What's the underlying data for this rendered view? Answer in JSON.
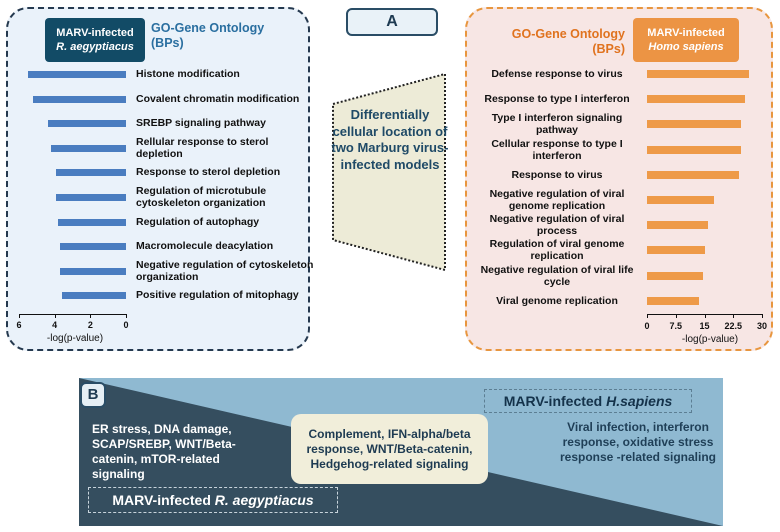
{
  "labels": {
    "a": "A",
    "b": "B"
  },
  "left": {
    "badge_line1": "MARV-infected",
    "badge_line2": "R. aegyptiacus",
    "go_line1": "GO-Gene Ontology",
    "go_line2": "(BPs)",
    "axis_title": "-log(p-value)",
    "ticks": [
      "6",
      "4",
      "2",
      "0"
    ]
  },
  "right": {
    "badge_line1": "MARV-infected",
    "badge_line2": "Homo sapiens",
    "go_line1": "GO-Gene Ontology",
    "go_line2": "(BPs)",
    "axis_title": "-log(p-value)",
    "ticks": [
      "0",
      "7.5",
      "15",
      "22.5",
      "30"
    ]
  },
  "center": {
    "text": "Differentially cellular location of two Marburg virus-infected models"
  },
  "panel_b": {
    "hs_label": "MARV-infected ",
    "hs_species": "H.sapiens",
    "ra_label": "MARV-infected ",
    "ra_species": "R. aegyptiacus",
    "left_text": "ER stress, DNA damage, SCAP/SREBP, WNT/Beta-catenin, mTOR-related signaling",
    "middle_text": "Complement, IFN-alpha/beta response, WNT/Beta-catenin, Hedgehog-related signaling",
    "right_text": "Viral infection, interferon response, oxidative stress response -related signaling"
  },
  "chart_data": [
    {
      "type": "bar",
      "orientation": "horizontal",
      "title": "GO-Gene Ontology (BPs) — MARV-infected R. aegyptiacus",
      "xlabel": "-log(p-value)",
      "xlim": [
        6,
        0
      ],
      "categories": [
        "Histone modification",
        "Covalent chromatin modification",
        "SREBP signaling pathway",
        "Rellular response to sterol depletion",
        "Response to sterol depletion",
        "Regulation of microtubule cytoskeleton organization",
        "Regulation of autophagy",
        "Macromolecule deacylation",
        "Negative regulation of cytoskeleton organization",
        "Positive regulation of mitophagy"
      ],
      "values": [
        5.5,
        5.2,
        4.4,
        4.2,
        3.9,
        3.9,
        3.8,
        3.7,
        3.7,
        3.6
      ]
    },
    {
      "type": "bar",
      "orientation": "horizontal",
      "title": "GO-Gene Ontology (BPs) — MARV-infected Homo sapiens",
      "xlabel": "-log(p-value)",
      "xlim": [
        0,
        30
      ],
      "categories": [
        "Defense response to virus",
        "Response to type I interferon",
        "Type I interferon signaling pathway",
        "Cellular response to type I interferon",
        "Response to virus",
        "Negative regulation of viral genome replication",
        "Negative regulation of viral process",
        "Regulation of viral genome replication",
        "Negative regulation of viral life cycle",
        "Viral genome replication"
      ],
      "values": [
        26.5,
        25.5,
        24.5,
        24.5,
        24.0,
        17.5,
        16.0,
        15.0,
        14.5,
        13.5
      ]
    }
  ]
}
